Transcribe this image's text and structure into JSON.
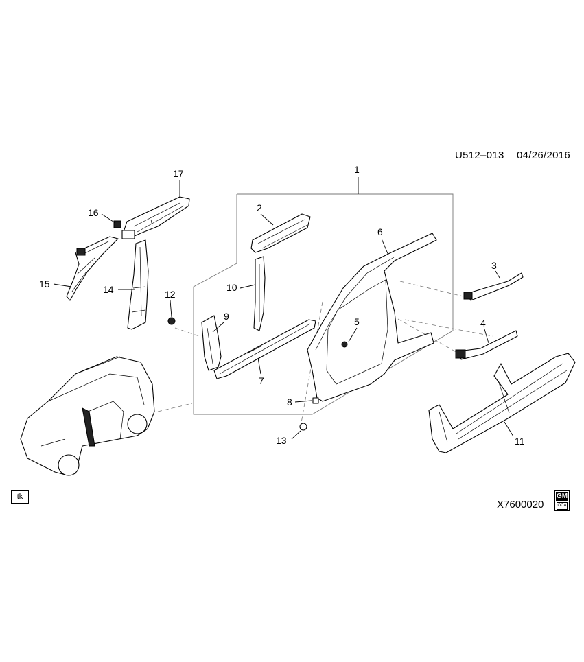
{
  "header": {
    "code": "U512–013",
    "date": "04/26/2016"
  },
  "footer": {
    "tag": "tk",
    "doc_id": "X7600020",
    "logo_top": "GM",
    "logo_bottom": "OCA"
  },
  "callouts": {
    "c1": "1",
    "c2": "2",
    "c3": "3",
    "c4": "4",
    "c5": "5",
    "c6": "6",
    "c7": "7",
    "c8": "8",
    "c9": "9",
    "c10": "10",
    "c11": "11",
    "c12": "12",
    "c13": "13",
    "c14": "14",
    "c15": "15",
    "c16": "16",
    "c17": "17"
  }
}
